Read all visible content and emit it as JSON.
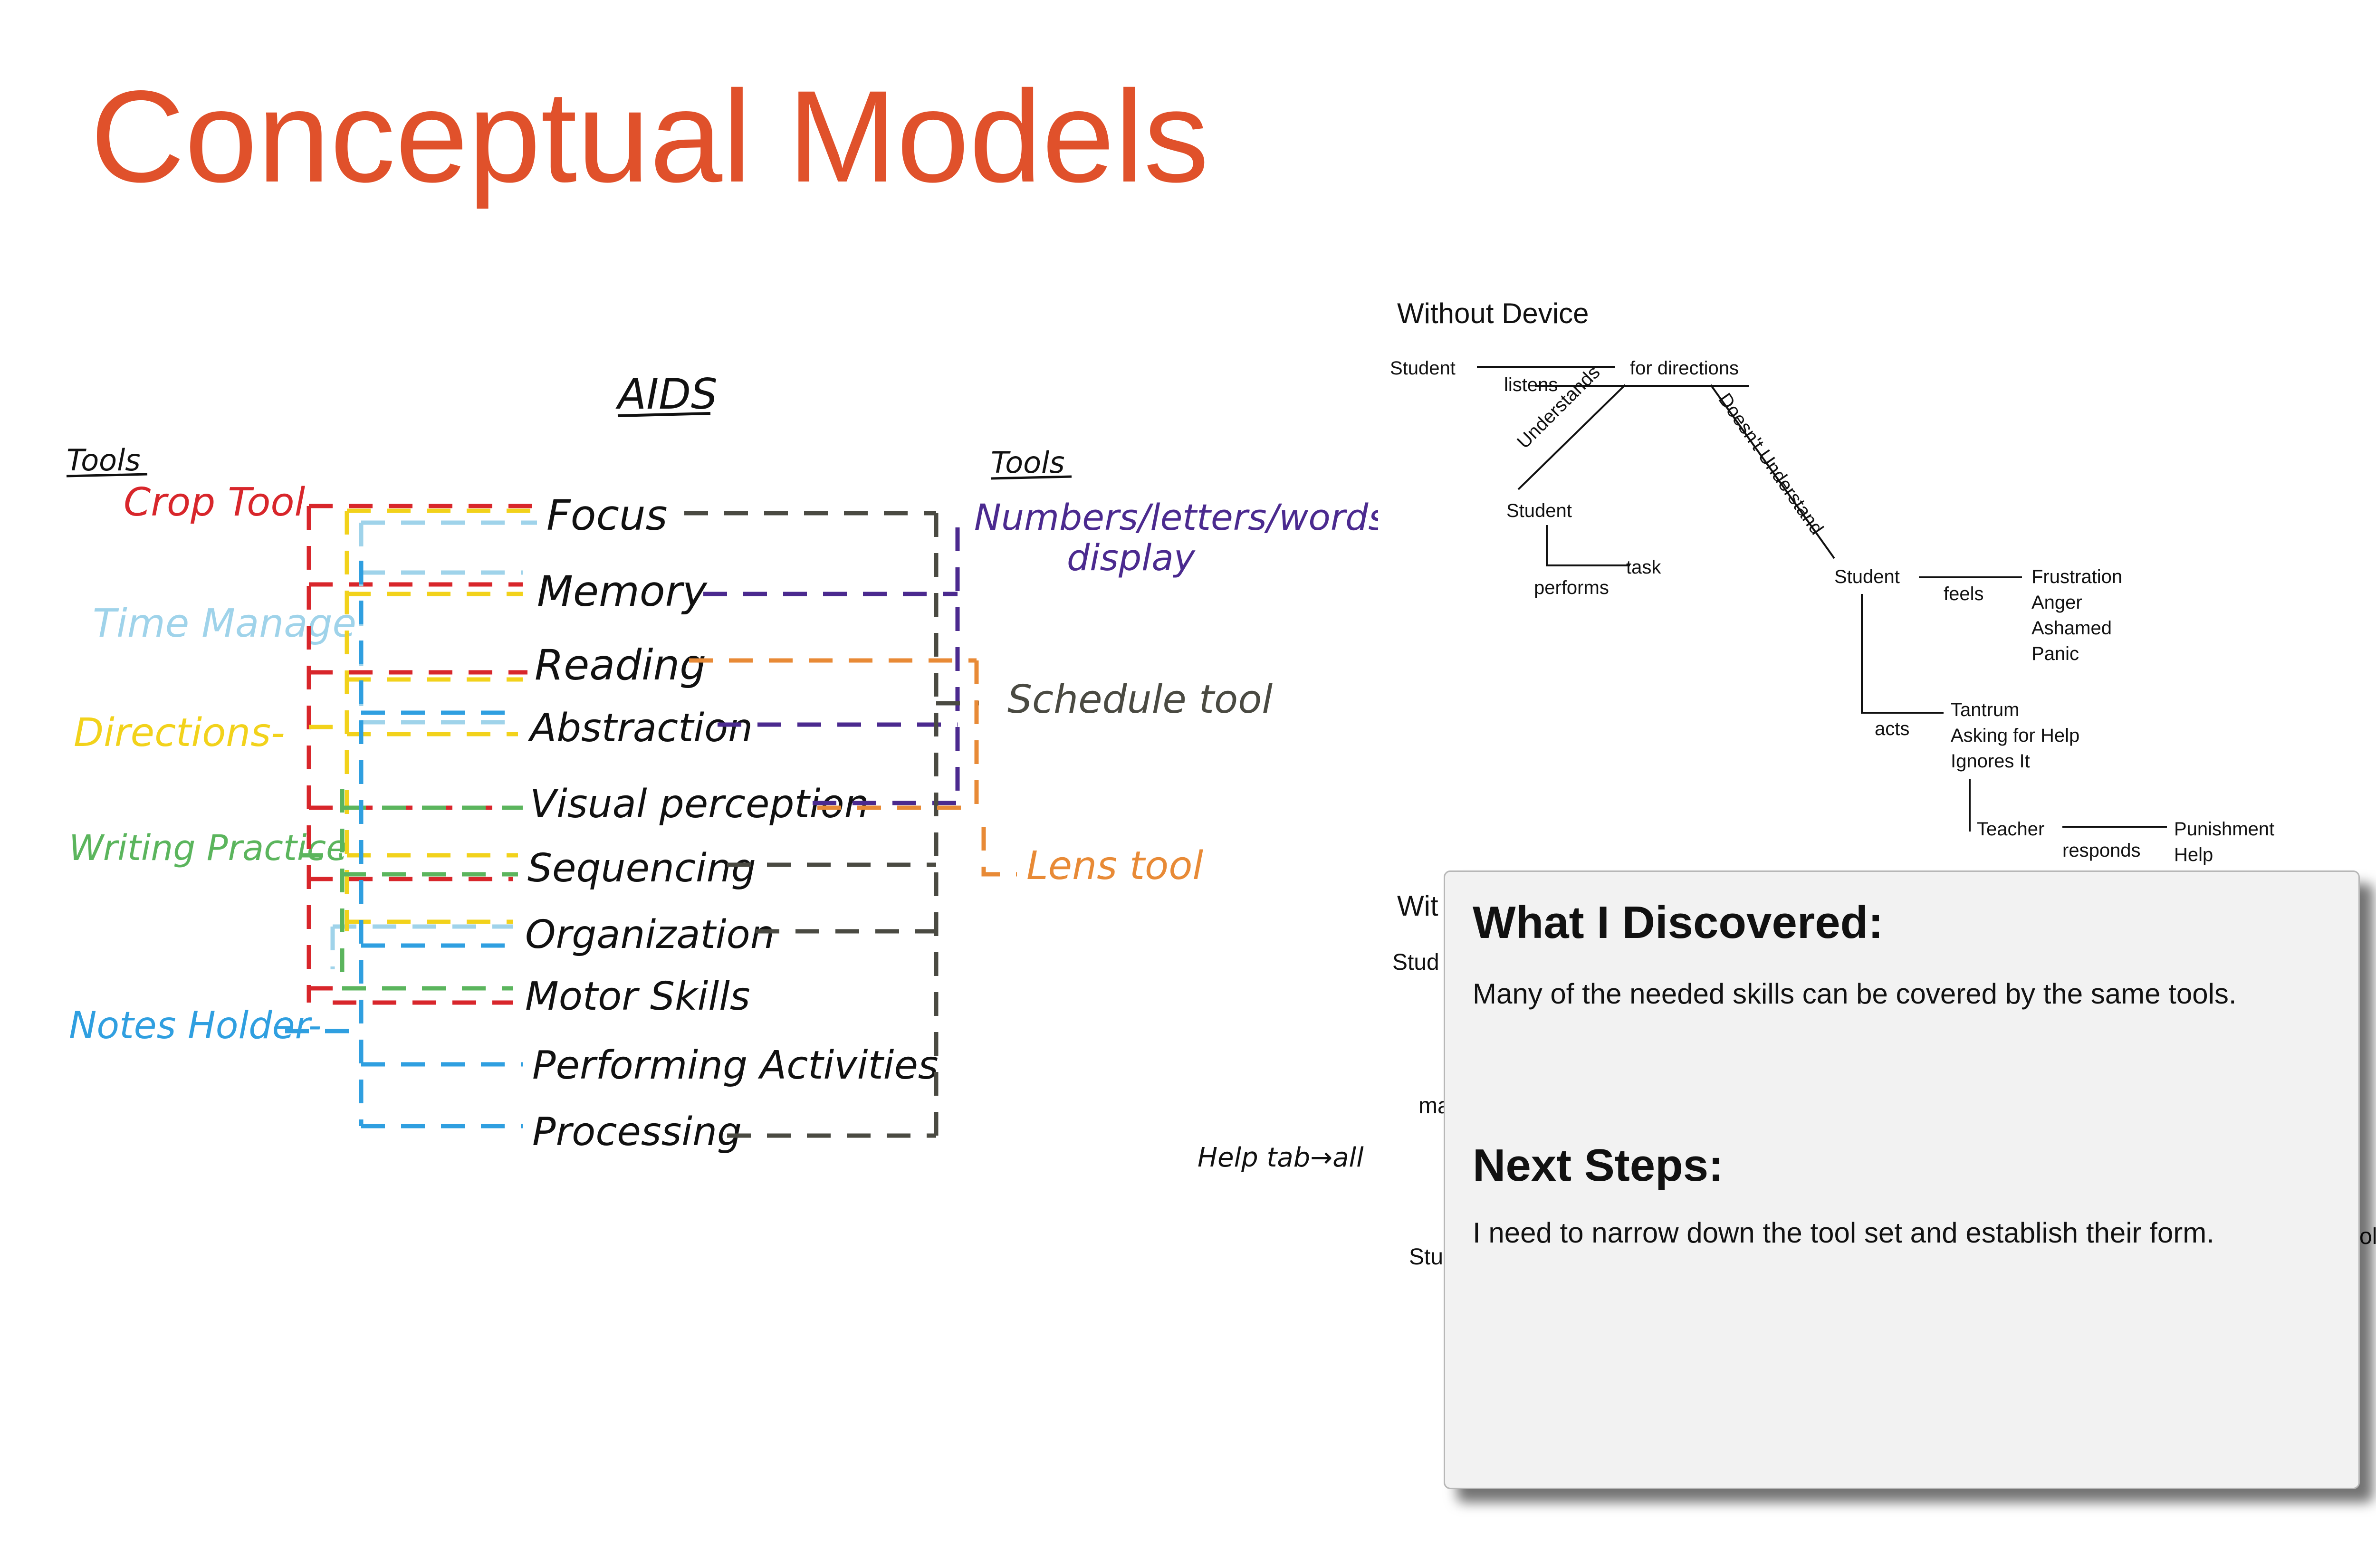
{
  "title": "Conceptual Models",
  "sketch": {
    "aids_heading": "AIDS",
    "left_tools_heading": "Tools",
    "right_tools_heading": "Tools",
    "left_tools": [
      {
        "label": "Crop Tool",
        "color": "#d8262b"
      },
      {
        "label": "Time Manage",
        "color": "#9fd3ea"
      },
      {
        "label": "Directions-",
        "color": "#f2d21b"
      },
      {
        "label": "Writing Practice",
        "color": "#5bb55d"
      },
      {
        "label": "Notes Holder-",
        "color": "#2f9fe0"
      }
    ],
    "aids": [
      "Focus",
      "Memory",
      "Reading",
      "Abstraction",
      "Visual perception",
      "Sequencing",
      "Organization",
      "Motor Skills",
      "Performing Activities",
      "Processing"
    ],
    "right_tools": [
      {
        "label": "Numbers/letters/words",
        "label2": "display",
        "color": "#4b2a8f"
      },
      {
        "label": "Schedule tool",
        "color": "#4a4a42"
      },
      {
        "label": "Lens tool",
        "color": "#e88a36"
      }
    ],
    "note": "Help tab→all"
  },
  "concept_map": {
    "heading": "Without Device",
    "nodes": {
      "student_top": "Student",
      "listens": "listens",
      "for_directions": "for directions",
      "understands": "Understands",
      "doesnt_understand": "Doesn't Understand",
      "student_left": "Student",
      "task": "task",
      "performs": "performs",
      "student_right": "Student",
      "feels": "feels",
      "emotions": [
        "Frustration",
        "Anger",
        "Ashamed",
        "Panic"
      ],
      "acts": "acts",
      "actions": [
        "Tantrum",
        "Asking for Help",
        "Ignores It"
      ],
      "teacher": "Teacher",
      "responds": "responds",
      "responses": [
        "Punishment",
        "Help"
      ]
    },
    "partial_hidden": {
      "wit": "Wit",
      "stud": "Stud",
      "ma": "ma",
      "stu": "Stu",
      "ol": "ol"
    }
  },
  "card": {
    "discovered_heading": "What I Discovered:",
    "discovered_text": "Many of the needed skills can be covered by the same tools.",
    "next_heading": "Next Steps:",
    "next_text": "I need to narrow down the tool set and establish their form."
  }
}
